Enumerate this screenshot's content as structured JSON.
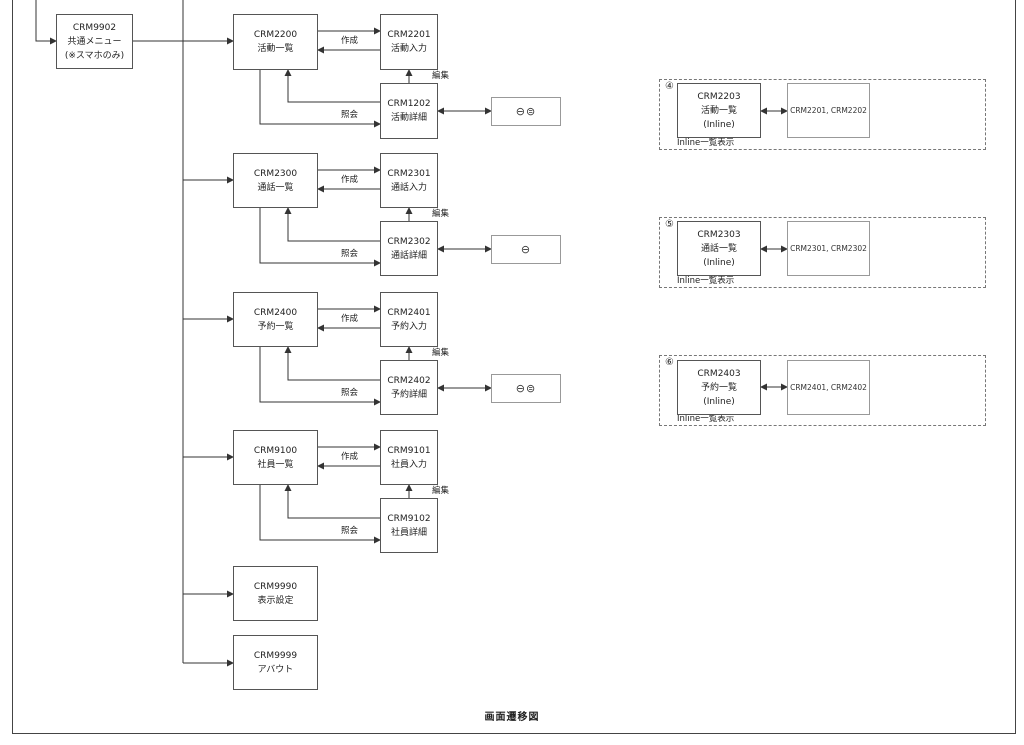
{
  "diagram": {
    "title": "画面遷移図",
    "common_menu": {
      "code": "CRM9902",
      "name": "共通メニュー",
      "note": "(※スマホのみ)"
    },
    "modules": [
      {
        "list": {
          "code": "CRM2200",
          "name": "活動一覧"
        },
        "input": {
          "code": "CRM2201",
          "name": "活動入力"
        },
        "detail": {
          "code": "CRM1202",
          "name": "活動詳細"
        },
        "external": "⊖⊜",
        "labels": {
          "create": "作成",
          "edit": "編集",
          "inquiry": "照会"
        }
      },
      {
        "list": {
          "code": "CRM2300",
          "name": "通話一覧"
        },
        "input": {
          "code": "CRM2301",
          "name": "通話入力"
        },
        "detail": {
          "code": "CRM2302",
          "name": "通話詳細"
        },
        "external": "⊖",
        "labels": {
          "create": "作成",
          "edit": "編集",
          "inquiry": "照会"
        }
      },
      {
        "list": {
          "code": "CRM2400",
          "name": "予約一覧"
        },
        "input": {
          "code": "CRM2401",
          "name": "予約入力"
        },
        "detail": {
          "code": "CRM2402",
          "name": "予約詳細"
        },
        "external": "⊖⊜",
        "labels": {
          "create": "作成",
          "edit": "編集",
          "inquiry": "照会"
        }
      },
      {
        "list": {
          "code": "CRM9100",
          "name": "社員一覧"
        },
        "input": {
          "code": "CRM9101",
          "name": "社員入力"
        },
        "detail": {
          "code": "CRM9102",
          "name": "社員詳細"
        },
        "labels": {
          "create": "作成",
          "edit": "編集",
          "inquiry": "照会"
        }
      }
    ],
    "settings": {
      "code": "CRM9990",
      "name": "表示設定"
    },
    "about": {
      "code": "CRM9999",
      "name": "アバウト"
    },
    "inline_groups": [
      {
        "number": "④",
        "code": "CRM2203",
        "name": "活動一覧",
        "variant": "(Inline)",
        "targets": "CRM2201, CRM2202",
        "caption": "Inline一覧表示"
      },
      {
        "number": "⑤",
        "code": "CRM2303",
        "name": "通話一覧",
        "variant": "(Inline)",
        "targets": "CRM2301, CRM2302",
        "caption": "Inline一覧表示"
      },
      {
        "number": "⑥",
        "code": "CRM2403",
        "name": "予約一覧",
        "variant": "(Inline)",
        "targets": "CRM2401, CRM2402",
        "caption": "Inline一覧表示"
      }
    ]
  }
}
